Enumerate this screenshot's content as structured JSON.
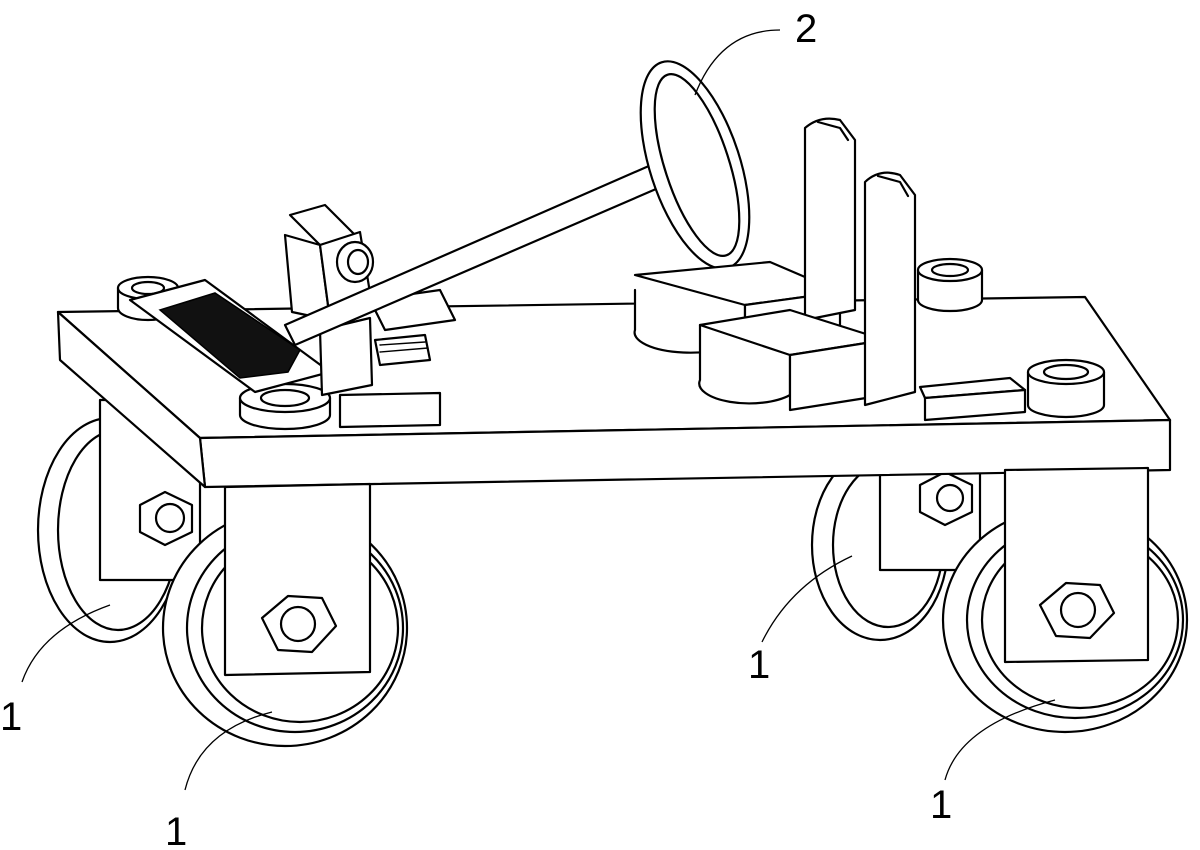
{
  "labels": {
    "wheel_front_left": "1",
    "wheel_back_left": "1",
    "wheel_back_right": "1",
    "wheel_front_right": "1",
    "steering_wheel": "2"
  },
  "colors": {
    "line": "#000000",
    "background": "#ffffff"
  }
}
